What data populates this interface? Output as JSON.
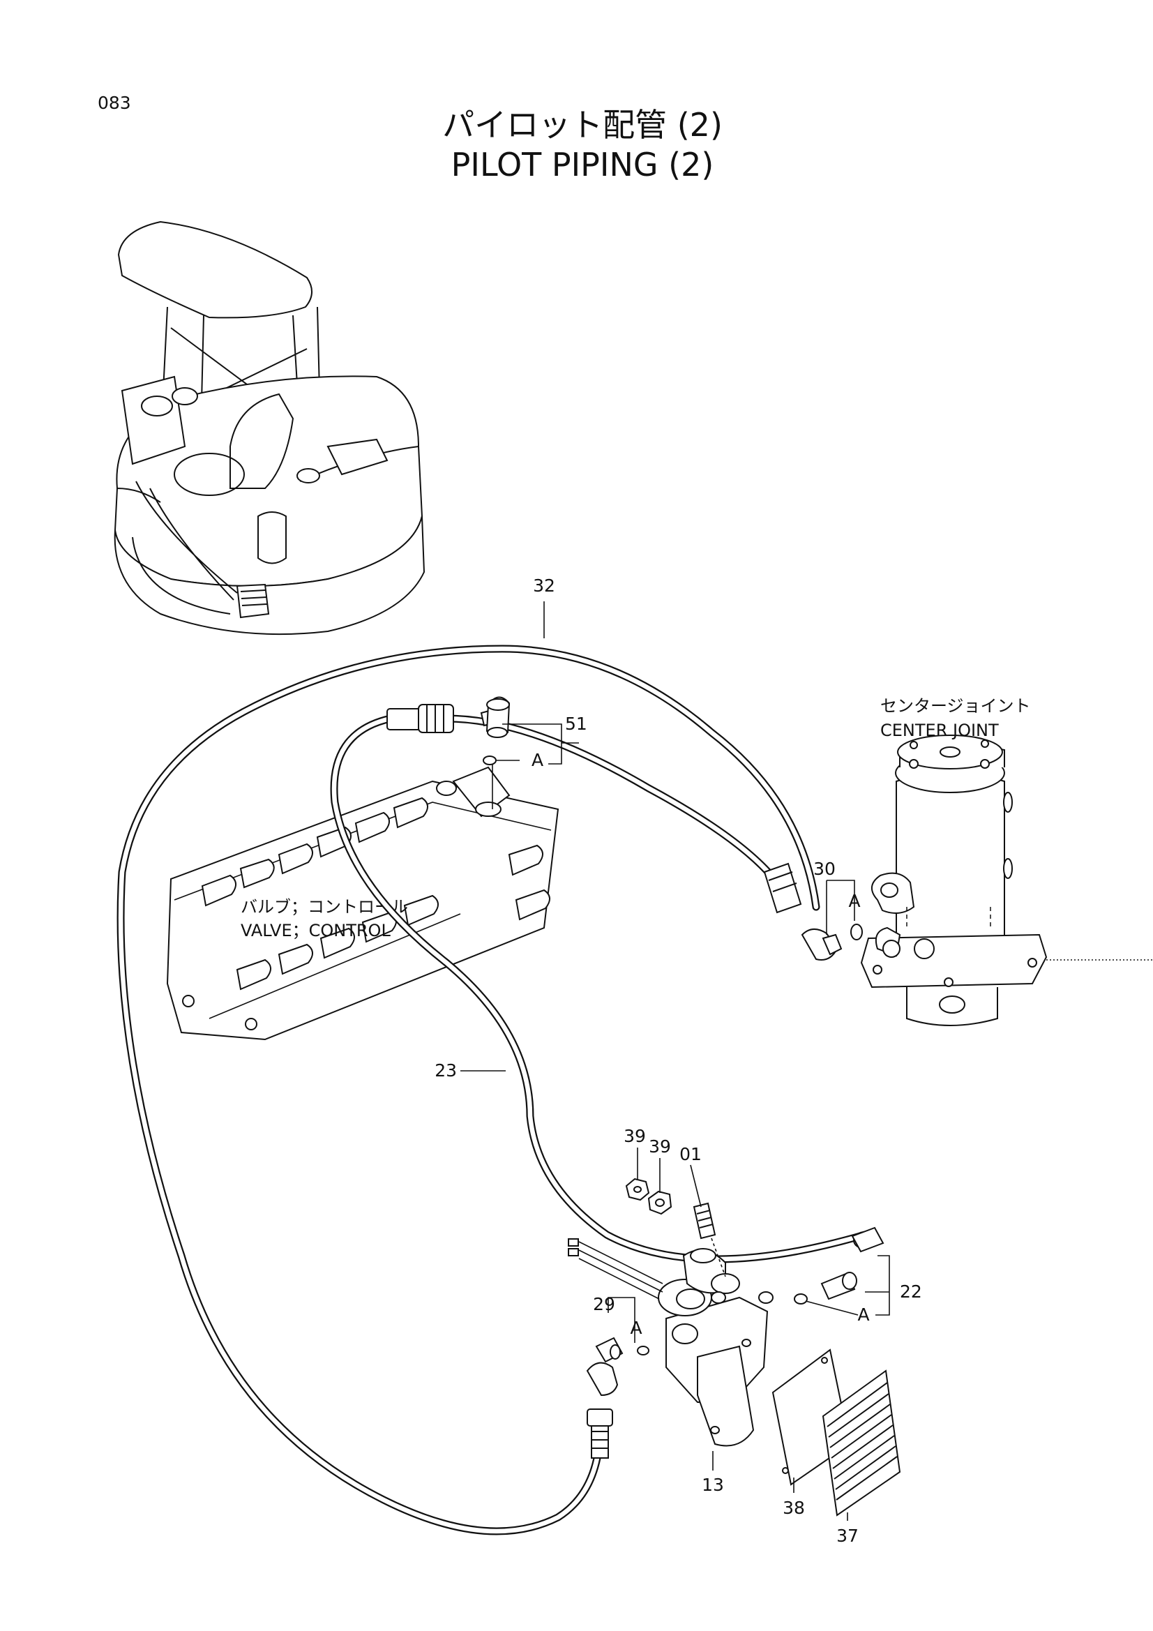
{
  "page_number": "083",
  "title": {
    "ja": "パイロット配管 (2)",
    "en": "PILOT PIPING (2)"
  },
  "assemblies": {
    "center_joint": {
      "ja": "センタージョイント",
      "en": "CENTER JOINT"
    },
    "control_valve": {
      "ja": "バルブ；コントロール",
      "en": "VALVE；CONTROL"
    }
  },
  "callouts": {
    "p32": "32",
    "p51": "51",
    "p51_a": "A",
    "p30": "30",
    "p30_a": "A",
    "p23": "23",
    "p39a": "39",
    "p39b": "39",
    "p01": "01",
    "p22": "22",
    "p22_a": "A",
    "p29": "29",
    "p29_a": "A",
    "p13": "13",
    "p38": "38",
    "p37": "37"
  }
}
